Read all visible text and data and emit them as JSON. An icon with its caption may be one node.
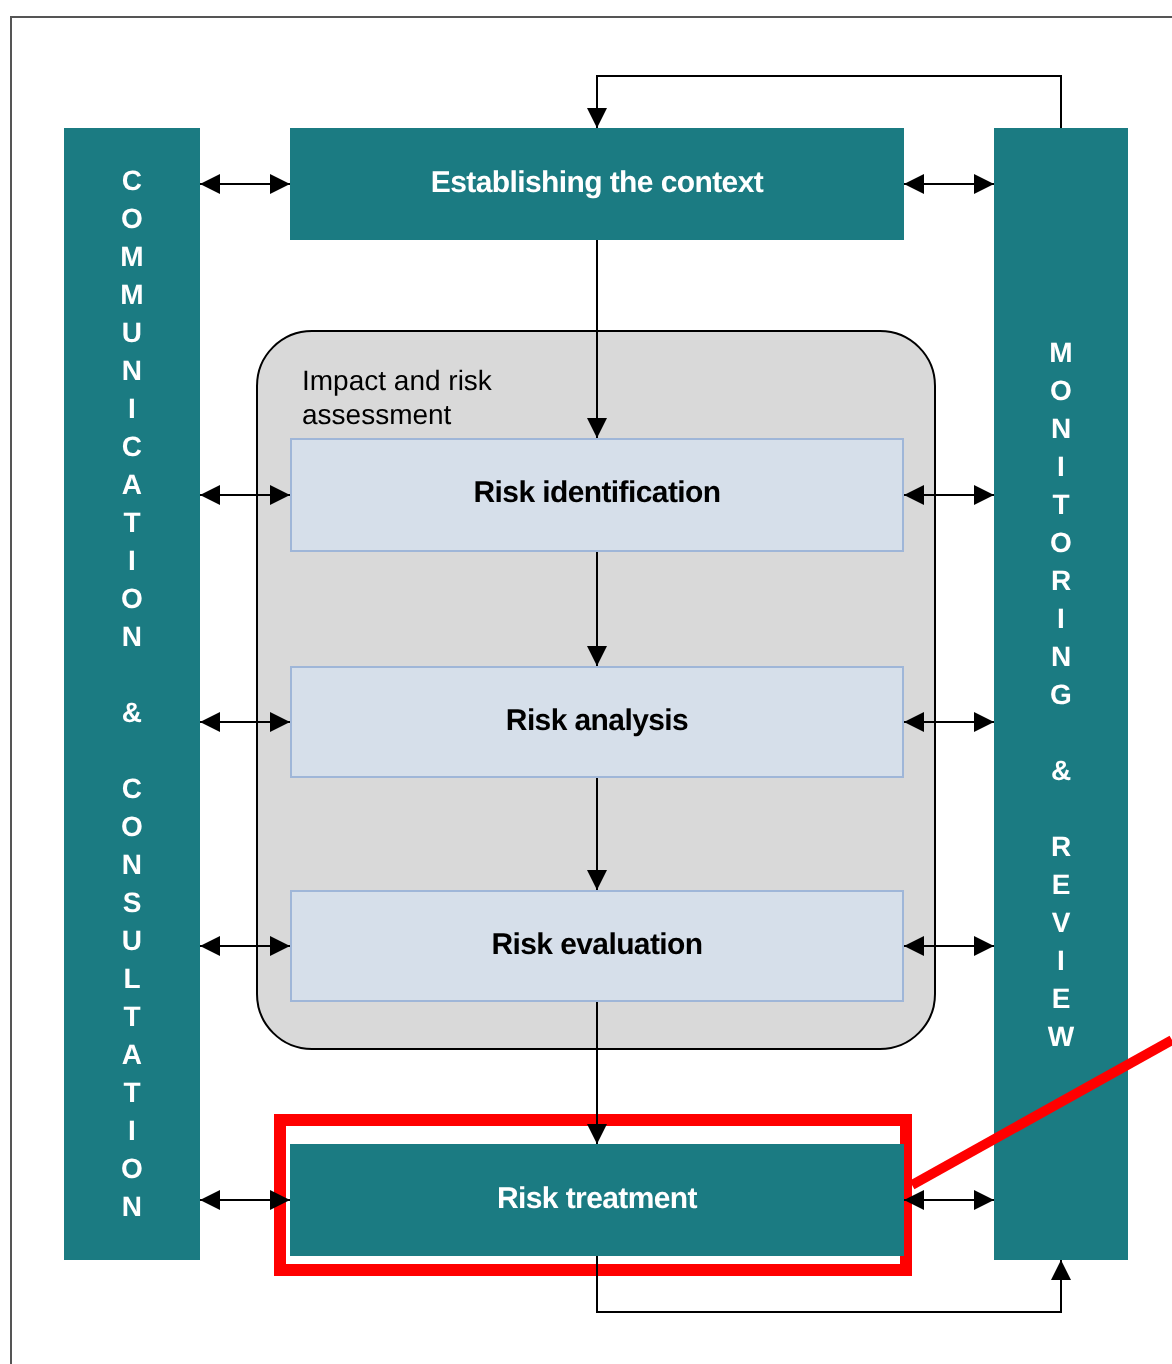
{
  "diagram": {
    "nodes": [
      {
        "text": [
          "COMMUNICATION & CONSULTATION"
        ]
      },
      {
        "text": [
          "Establishing the context"
        ]
      },
      {
        "text": [
          "MONITORING & REVIEW"
        ]
      },
      {
        "text": [
          "Impact and risk assessment"
        ]
      },
      {
        "text": [
          "Risk identification"
        ],
        "in": 3
      },
      {
        "text": [
          "Risk analysis"
        ],
        "in": 3
      },
      {
        "text": [
          "Risk evaluation"
        ],
        "in": 3
      },
      {
        "text": [],
        "shape": "box"
      },
      {
        "text": [
          "Risk treatment"
        ],
        "in": 7
      }
    ],
    "edges": [
      {
        "from": 2,
        "to": 1,
        "arrow": "to"
      },
      {
        "from": 0,
        "to": 1,
        "arrow": "both"
      },
      {
        "from": 1,
        "to": 2,
        "arrow": "both"
      },
      {
        "from": 1,
        "to": 4,
        "arrow": "to"
      },
      {
        "from": 0,
        "to": 4,
        "arrow": "both"
      },
      {
        "from": 4,
        "to": 2,
        "arrow": "both"
      },
      {
        "from": 4,
        "to": 5,
        "arrow": "to"
      },
      {
        "from": 0,
        "to": 5,
        "arrow": "both"
      },
      {
        "from": 5,
        "to": 2,
        "arrow": "both"
      },
      {
        "from": 5,
        "to": 6,
        "arrow": "to"
      },
      {
        "from": 0,
        "to": 6,
        "arrow": "both"
      },
      {
        "from": 6,
        "to": 2,
        "arrow": "both"
      },
      {
        "from": 6,
        "to": 8,
        "arrow": "to"
      },
      {
        "from": 0,
        "to": 8,
        "arrow": "both"
      },
      {
        "from": 8,
        "to": 2,
        "arrow": "both"
      },
      {
        "from": 8,
        "to": 2,
        "arrow": "to"
      },
      {
        "from": 7,
        "to": null,
        "arrow": "none",
        "style": "thick",
        "color": "#ff0000"
      }
    ]
  }
}
